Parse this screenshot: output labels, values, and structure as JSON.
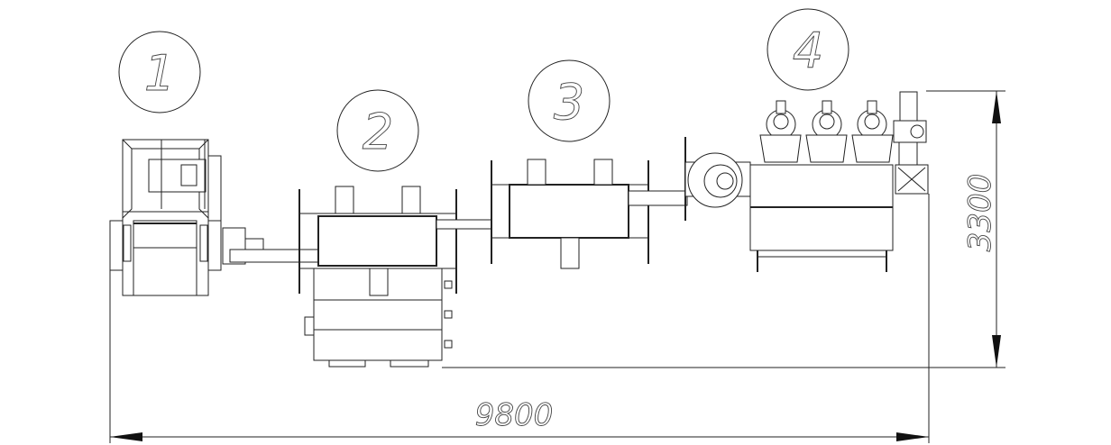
{
  "callouts": [
    "1",
    "2",
    "3",
    "4"
  ],
  "dimensions": {
    "width": "9800",
    "height": "3300"
  }
}
